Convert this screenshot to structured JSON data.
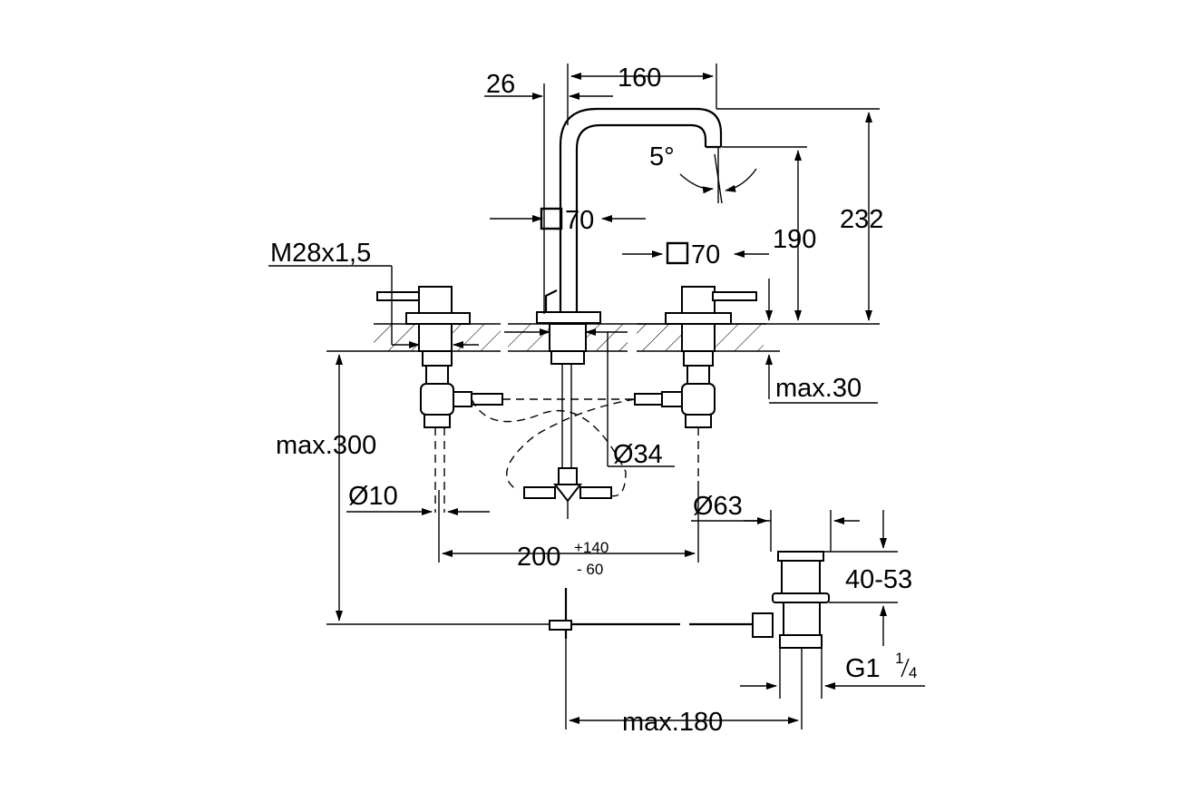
{
  "labels": {
    "dim_160": "160",
    "dim_26": "26",
    "dim_angle": "5°",
    "dim_232": "232",
    "dim_190": "190",
    "dim_square_center": "70",
    "dim_square_right": "70",
    "dim_thread": "M28x1,5",
    "dim_max30": "max.30",
    "dim_max300": "max.300",
    "dim_d34": "Ø34",
    "dim_d10": "Ø10",
    "dim_d63": "Ø63",
    "dim_200": "200",
    "dim_200_plus": "+140",
    "dim_200_minus": "- 60",
    "dim_40_53": "40-53",
    "dim_g1": "G1",
    "dim_g1_num": "1",
    "dim_g1_den": "4",
    "dim_max180": "max.180"
  }
}
